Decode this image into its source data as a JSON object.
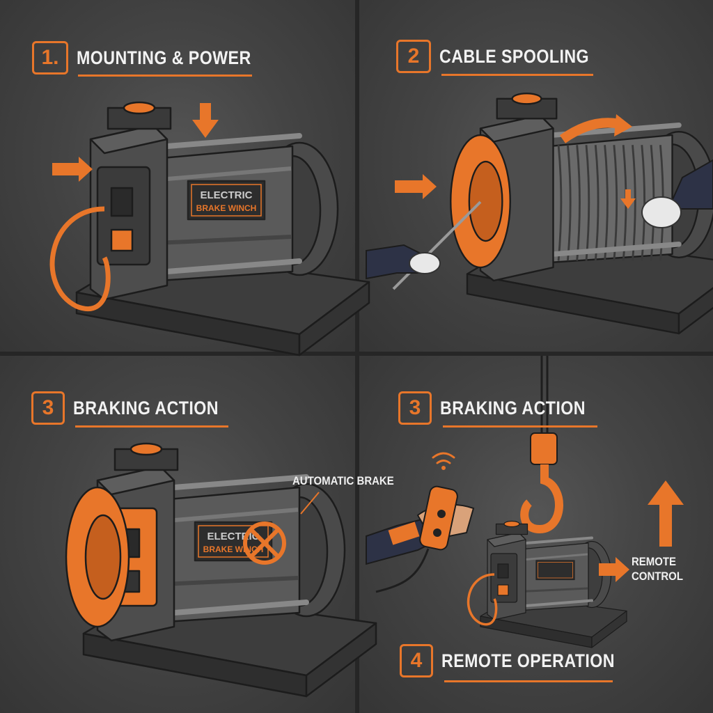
{
  "panels": [
    {
      "number": "1.",
      "title": "MOUNTING & POWER",
      "plate": [
        "ELECTRIC",
        "BRAKE WINCH"
      ]
    },
    {
      "number": "2",
      "title": "CABLE SPOOLING"
    },
    {
      "number": "3",
      "title": "BRAKING ACTION",
      "plate": [
        "ELECTRIC",
        "BRAKE WINCH"
      ],
      "callout": "AUTOMATIC BRAKE"
    },
    {
      "number": "3",
      "title": "BRAKING ACTION",
      "callout": [
        "REMOTE",
        "CONTROL"
      ]
    },
    {
      "number": "4",
      "title": "REMOTE OPERATION"
    }
  ],
  "colors": {
    "accent": "#e8762a",
    "background": "#444444",
    "metal": "#5a5a5a",
    "text": "#f2f2f2"
  },
  "icons": [
    "arrow-right-icon",
    "arrow-down-icon",
    "curved-arrow-icon",
    "brake-x-icon",
    "wifi-signal-icon",
    "arrow-up-icon",
    "crane-hook-icon",
    "remote-control-icon"
  ]
}
